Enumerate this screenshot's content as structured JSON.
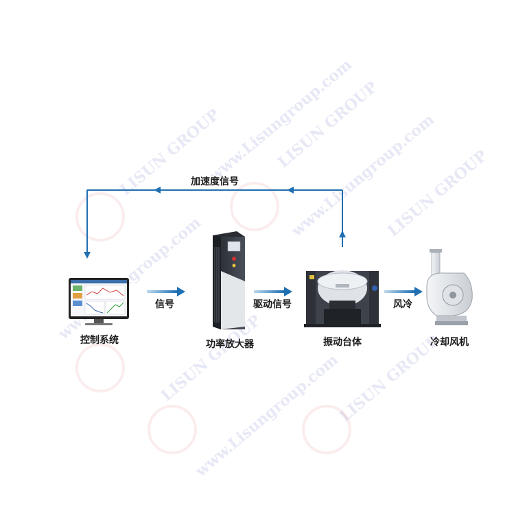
{
  "watermark": {
    "text_brand": "LISUN GROUP",
    "text_url": "www.Lisungroup.com"
  },
  "feedback": {
    "label": "加速度信号",
    "color": "#1f6fb2"
  },
  "links": [
    {
      "label": "信号"
    },
    {
      "label": "驱动信号"
    },
    {
      "label": "风冷"
    }
  ],
  "devices": [
    {
      "id": "control",
      "label": "控制系统",
      "icon": "computer-monitor"
    },
    {
      "id": "amplifier",
      "label": "功率放大器",
      "icon": "power-amplifier-cabinet"
    },
    {
      "id": "shaker",
      "label": "振动台体",
      "icon": "vibration-table"
    },
    {
      "id": "fan",
      "label": "冷却风机",
      "icon": "cooling-fan"
    }
  ],
  "colors": {
    "arrow": "#1f6fb2",
    "cabinet": "#3a3f47",
    "shaker_frame": "#4a4f58",
    "brand_red": "#d0312d"
  }
}
